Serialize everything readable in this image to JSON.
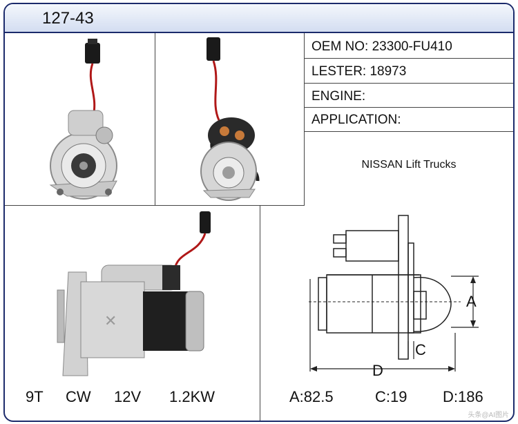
{
  "header": {
    "model": "127-43"
  },
  "info": {
    "oem": "OEM NO: 23300-FU410",
    "lester": "LESTER: 18973",
    "engine": "ENGINE:",
    "application": "APPLICATION:",
    "application_value": "NISSAN Lift Trucks"
  },
  "specs": {
    "teeth": "9T",
    "rotation": "CW",
    "voltage": "12V",
    "power": "1.2KW",
    "dim_a": "A:82.5",
    "dim_c": "C:19",
    "dim_d": "D:186"
  },
  "diagram": {
    "label_a": "A",
    "label_c": "C",
    "label_d": "D"
  },
  "watermark": "头条@AI图片"
}
